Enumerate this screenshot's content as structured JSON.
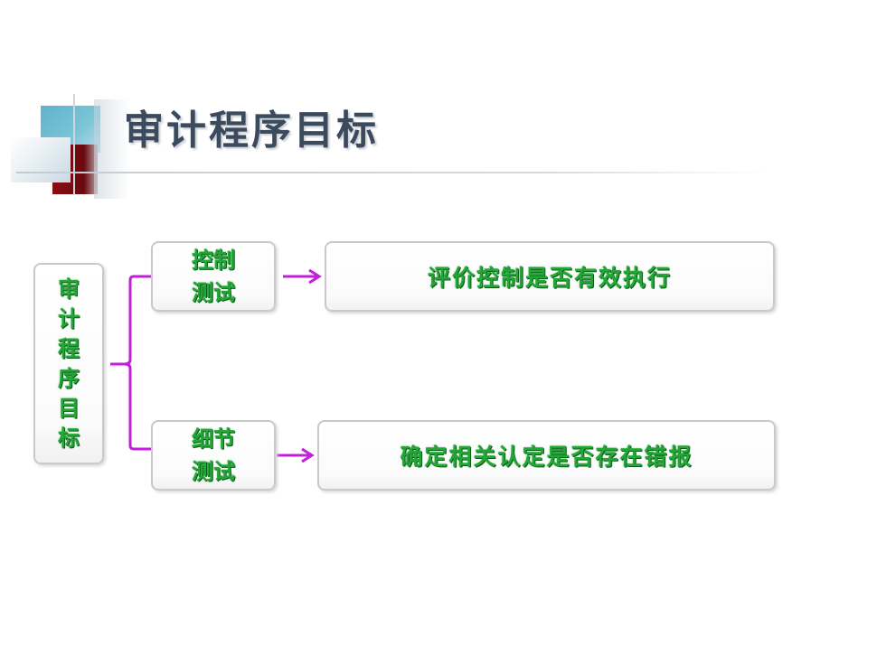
{
  "slide": {
    "title": "审计程序目标"
  },
  "diagram": {
    "root": {
      "chars": [
        "审",
        "计",
        "程",
        "序",
        "目",
        "标"
      ]
    },
    "branches": [
      {
        "label_lines": [
          "控制",
          "测试"
        ],
        "result": "评价控制是否有效执行"
      },
      {
        "label_lines": [
          "细节",
          "测试"
        ],
        "result": "确定相关认定是否存在错报"
      }
    ],
    "colors": {
      "connector": "#c020d8",
      "text": "#22a636",
      "title": "#3b4a5c"
    }
  }
}
